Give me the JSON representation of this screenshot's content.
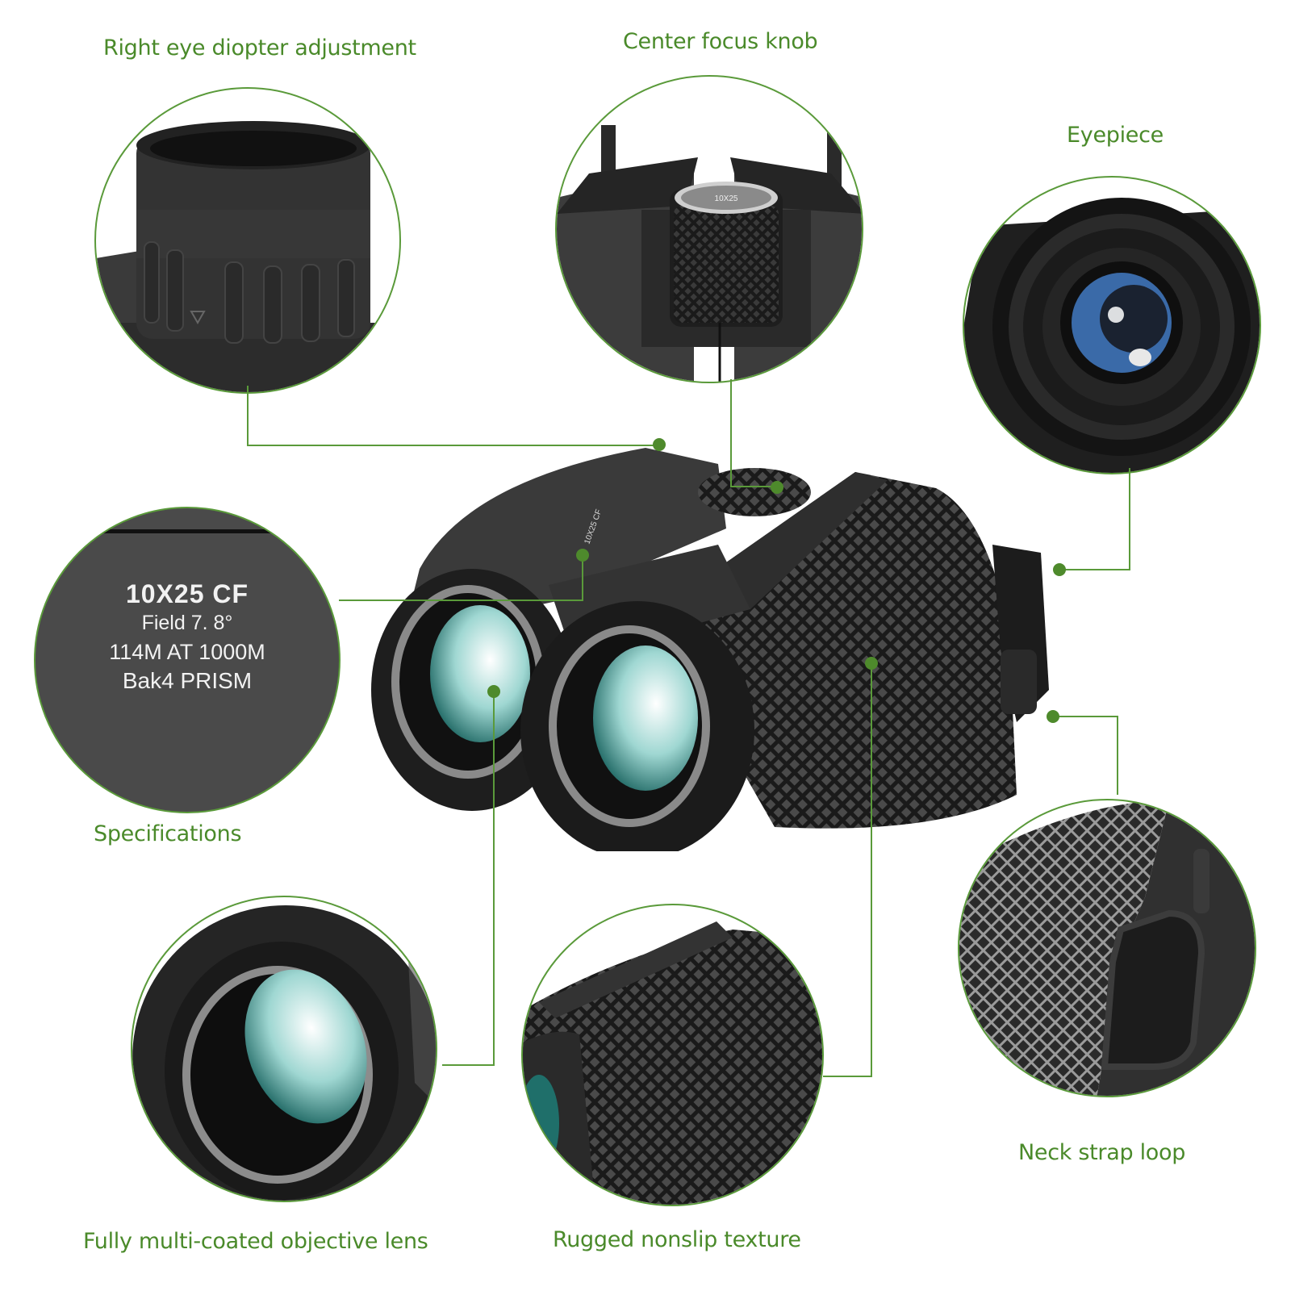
{
  "infographic": {
    "subject": "binoculars",
    "accent_color": "#4a8a2a",
    "callouts": [
      {
        "id": "diopter",
        "label": "Right eye diopter adjustment"
      },
      {
        "id": "focus",
        "label": "Center focus knob"
      },
      {
        "id": "eyepiece",
        "label": "Eyepiece"
      },
      {
        "id": "specs",
        "label": "Specifications"
      },
      {
        "id": "neckstrap",
        "label": "Neck strap loop"
      },
      {
        "id": "objective",
        "label": "Fully multi-coated objective lens"
      },
      {
        "id": "texture",
        "label": "Rugged nonslip texture"
      }
    ],
    "specifications": {
      "model": "10X25 CF",
      "field": "Field 7. 8°",
      "distance": "114M AT 1000M",
      "prism": "Bak4 PRISM"
    },
    "focus_knob_engraving": "10X25"
  }
}
